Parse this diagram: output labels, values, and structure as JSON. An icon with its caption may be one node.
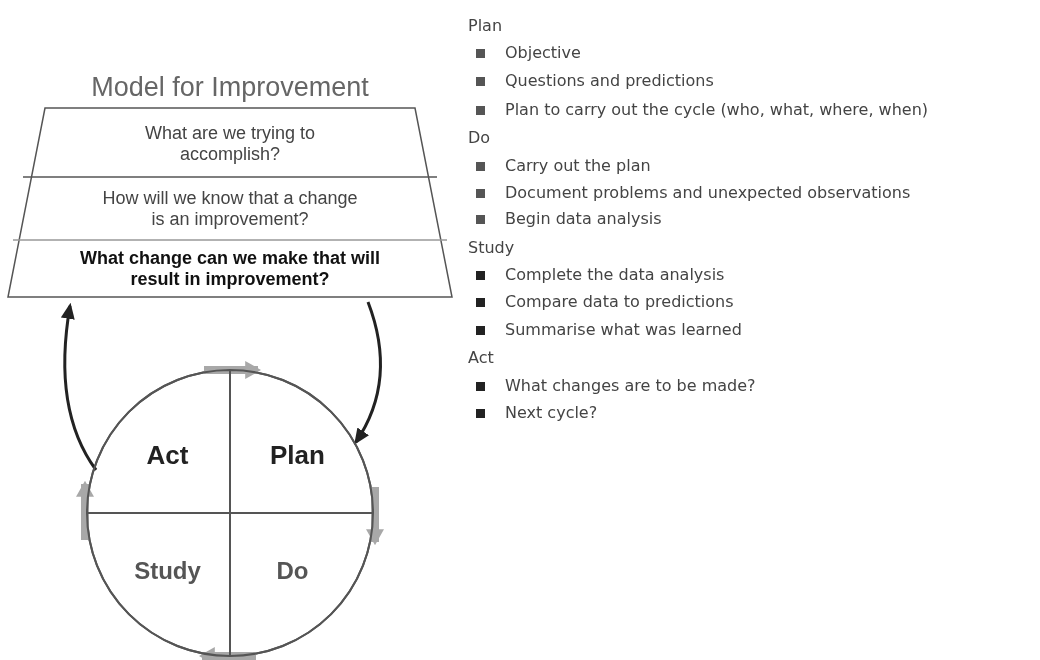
{
  "diagram": {
    "nodes": [
      {
        "text": [
          "Model for Improvement"
        ]
      },
      {
        "text": [
          "What are we trying to accomplish?"
        ],
        "in": 0
      },
      {
        "text": [
          "How will we know that a change is an improvement?"
        ],
        "in": 0
      },
      {
        "text": [
          "What change can we make that will result in improvement?"
        ],
        "in": 0
      },
      {
        "text": [],
        "shape": "circle"
      },
      {
        "text": [
          "Act"
        ],
        "in": 4
      },
      {
        "text": [
          "Plan"
        ],
        "in": 4
      },
      {
        "text": [
          "Study"
        ],
        "in": 4
      },
      {
        "text": [
          "Do"
        ],
        "in": 4
      }
    ],
    "edges": [
      {
        "from": 0,
        "to": 4,
        "arrow": "to",
        "color": "#222222"
      },
      {
        "from": 4,
        "to": 0,
        "arrow": "to",
        "color": "#222222"
      },
      {
        "from": 5,
        "to": 6,
        "arrow": "to"
      },
      {
        "from": 6,
        "to": 8,
        "arrow": "to"
      },
      {
        "from": 8,
        "to": 7,
        "arrow": "to"
      },
      {
        "from": 7,
        "to": 5,
        "arrow": "to"
      }
    ],
    "labels": [
      "Plan",
      "Objective",
      "Questions and predictions",
      "Plan to carry out the cycle (who, what, where, when)",
      "Do",
      "Carry out the plan",
      "Document problems and unexpected observations",
      "Begin data analysis",
      "Study",
      "Complete the data analysis",
      "Compare data to predictions",
      "Summarise what was learned",
      "Act",
      "What changes are to be made?",
      "Next cycle?"
    ]
  }
}
